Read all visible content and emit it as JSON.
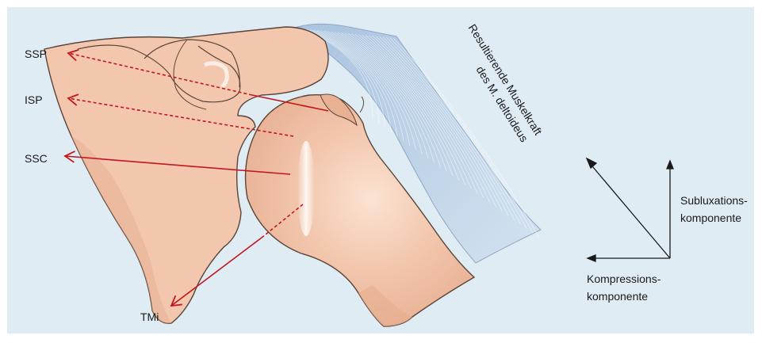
{
  "labels": {
    "ssp": "SSP",
    "isp": "ISP",
    "ssc": "SSC",
    "tmi": "TMi"
  },
  "deltoid_caption": {
    "line1": "Resultierende Muskelkraft",
    "line2": "des M. deltoideus"
  },
  "vector_labels": {
    "subluxation_line1": "Subluxations-",
    "subluxation_line2": "komponente",
    "compression_line1": "Kompressions-",
    "compression_line2": "komponente"
  },
  "colors": {
    "background_panel": "#e0ecf4",
    "bone": "#f3c7ae",
    "bone_shadow": "#e6ad90",
    "bone_outline": "#5a4438",
    "muscle_arrow": "#c4161c",
    "deltoid_fibers": "#b9cfe6",
    "vector_arrow": "#1a1a1a"
  },
  "icons": {
    "arrowhead": "open-chevron"
  }
}
